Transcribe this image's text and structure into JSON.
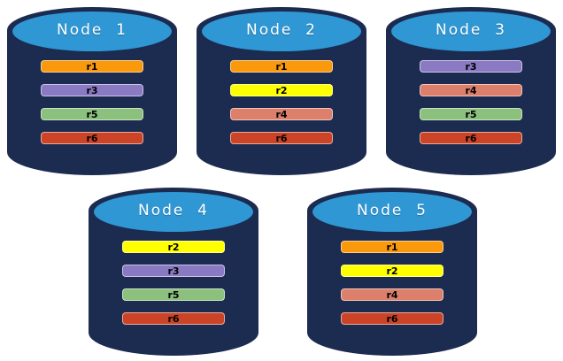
{
  "diagram": {
    "nodes": [
      {
        "label": "Node  1",
        "partitions": [
          "r1",
          "r3",
          "r5",
          "r6"
        ]
      },
      {
        "label": "Node  2",
        "partitions": [
          "r1",
          "r2",
          "r4",
          "r6"
        ]
      },
      {
        "label": "Node  3",
        "partitions": [
          "r3",
          "r4",
          "r5",
          "r6"
        ]
      },
      {
        "label": "Node  4",
        "partitions": [
          "r2",
          "r3",
          "r5",
          "r6"
        ]
      },
      {
        "label": "Node  5",
        "partitions": [
          "r1",
          "r2",
          "r4",
          "r6"
        ]
      }
    ],
    "partition_colors": {
      "r1": "#F9990B",
      "r2": "#FFFF00",
      "r3": "#8A7AC4",
      "r4": "#DC7F6B",
      "r5": "#8BC07D",
      "r6": "#CC4427"
    },
    "colors": {
      "cylinder_body": "#1C2B50",
      "cylinder_top": "#2E97D4",
      "background": "#FFFFFF",
      "title_text": "#FFFFFF",
      "bar_text": "#000000"
    }
  }
}
